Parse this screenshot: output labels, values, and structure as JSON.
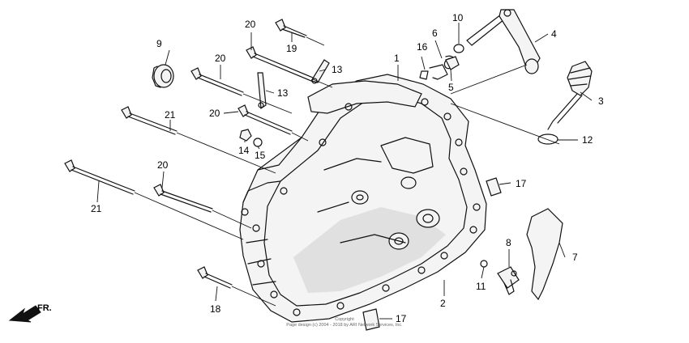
{
  "callouts": [
    "1",
    "2",
    "3",
    "4",
    "5",
    "6",
    "7",
    "8",
    "9",
    "10",
    "11",
    "12",
    "13",
    "13",
    "14",
    "15",
    "16",
    "17",
    "17",
    "18",
    "19",
    "20",
    "20",
    "20",
    "20",
    "21",
    "21"
  ],
  "direction_label": "FR.",
  "copyright_lines": [
    "Copyright",
    "Page design (c) 2004 - 2018 by ARI Network Services, Inc."
  ]
}
